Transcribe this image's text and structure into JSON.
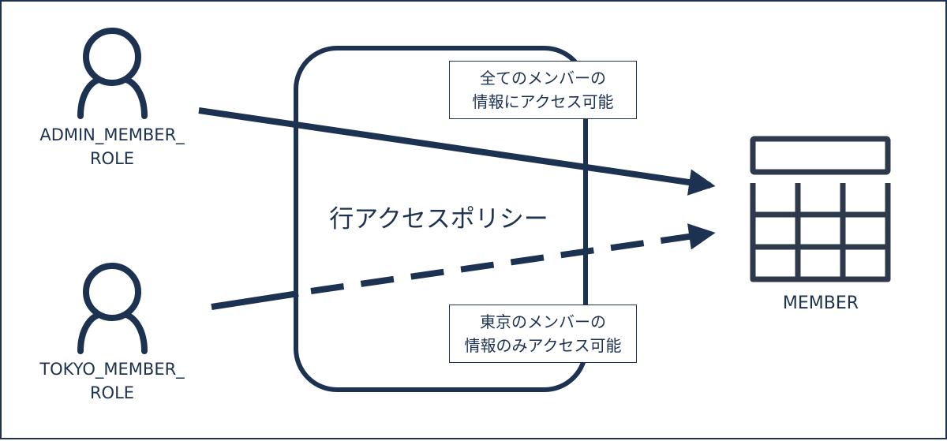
{
  "diagram": {
    "roles": {
      "admin": {
        "label": "ADMIN_MEMBER_\nROLE",
        "access": "full"
      },
      "tokyo": {
        "label": "TOKYO_MEMBER_\nROLE",
        "access": "limited"
      }
    },
    "policy": {
      "label": "行アクセスポリシー"
    },
    "notes": {
      "admin": "全てのメンバーの\n情報にアクセス可能",
      "tokyo": "東京のメンバーの\n情報のみアクセス可能"
    },
    "table": {
      "label": "MEMBER",
      "icon": "table-icon"
    },
    "colors": {
      "primary": "#1c3250",
      "background": "#ffffff"
    }
  }
}
